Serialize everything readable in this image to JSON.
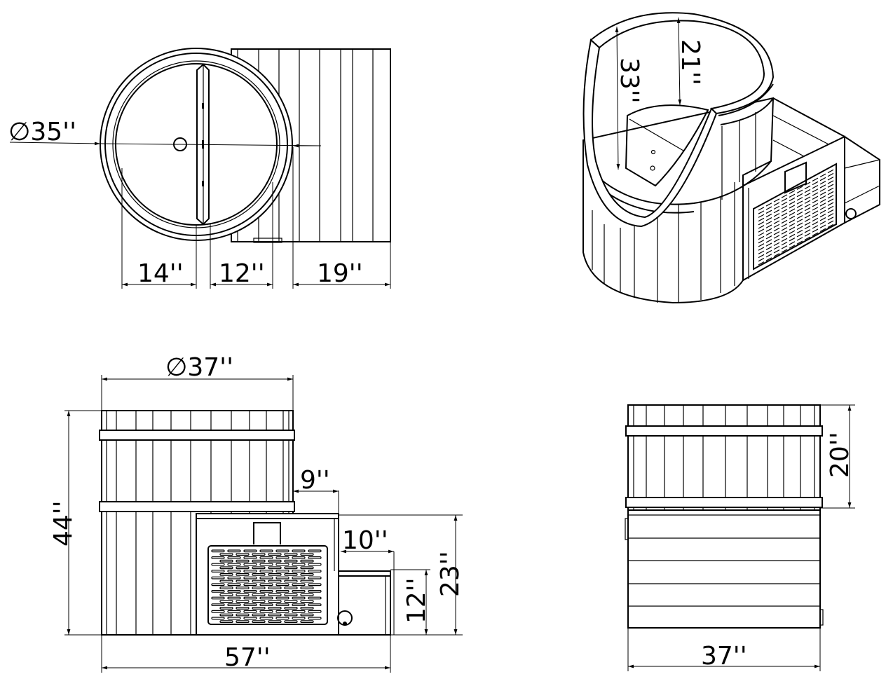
{
  "title": "Cold plunge tub with chiller – dimensioned drawing",
  "colors": {
    "line": "#000000",
    "background": "#ffffff"
  },
  "views": {
    "top": {
      "diameter": "∅35''",
      "dim_a": "14''",
      "dim_b": "12''",
      "dim_c": "19''"
    },
    "iso": {
      "inner_depth": "21''",
      "outer_depth": "33''"
    },
    "front": {
      "diameter": "∅37''",
      "height": "44''",
      "offset": "9''",
      "step_width": "10''",
      "chiller_height": "23''",
      "step_height": "12''",
      "length": "57''"
    },
    "side": {
      "tub_height": "20''",
      "width": "37''"
    }
  }
}
